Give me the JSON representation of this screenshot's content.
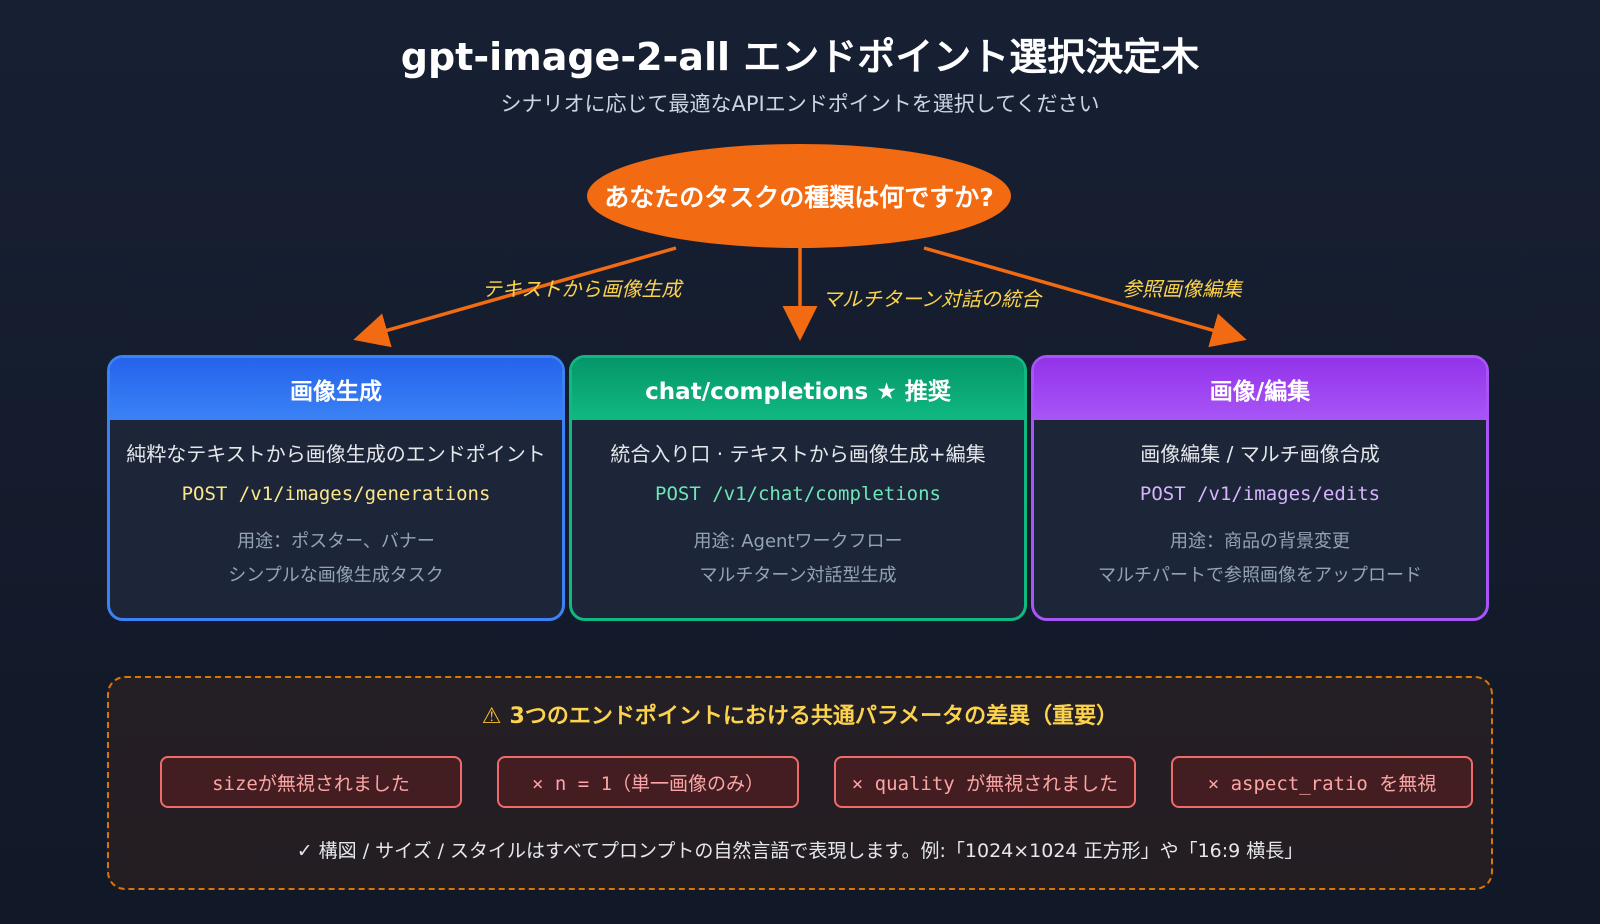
{
  "title": "gpt-image-2-all エンドポイント選択決定木",
  "subtitle": "シナリオに応じて最適なAPIエンドポイントを選択してください",
  "question": "あなたのタスクの種類は何ですか?",
  "edges": [
    {
      "label": "テキストから画像生成"
    },
    {
      "label": "マルチターン対話の統合"
    },
    {
      "label": "参照画像編集"
    }
  ],
  "cards": [
    {
      "title": "画像生成",
      "description": "純粋なテキストから画像生成のエンドポイント",
      "endpoint": "POST /v1/images/generations",
      "use_line1": "用途：ポスター、バナー",
      "use_line2": "シンプルな画像生成タスク",
      "accent": "#3b82f6",
      "head_color": "#2563eb",
      "endpoint_color": "#fde68a"
    },
    {
      "title": "chat/completions ★ 推奨",
      "description": "統合入り口 · テキストから画像生成+編集",
      "endpoint": "POST /v1/chat/completions",
      "use_line1": "用途: Agentワークフロー",
      "use_line2": "マルチターン対話型生成",
      "accent": "#10b981",
      "head_color": "#059669",
      "endpoint_color": "#6ee7b7"
    },
    {
      "title": "画像/編集",
      "description": "画像編集 / マルチ画像合成",
      "endpoint": "POST /v1/images/edits",
      "use_line1": "用途：商品の背景変更",
      "use_line2": "マルチパートで参照画像をアップロード",
      "accent": "#a855f7",
      "head_color": "#9333ea",
      "endpoint_color": "#d8b4fe"
    }
  ],
  "warning": {
    "icon": "warning-icon",
    "title": "3つのエンドポイントにおける共通パラメータの差異（重要）",
    "chips": [
      "sizeが無視されました",
      "× n = 1（単一画像のみ）",
      "× quality が無視されました",
      "× aspect_ratio を無視"
    ],
    "note": "✓ 構図 / サイズ / スタイルはすべてプロンプトの自然言語で表現します。例:「1024×1024 正方形」や「16:9 横長」"
  },
  "colors": {
    "background": "#111827",
    "question": "#f26b12",
    "arrow": "#f26b12",
    "edge_label": "#fcd34d",
    "warning_border": "#d97706",
    "chip_border": "#ef6b6b"
  }
}
